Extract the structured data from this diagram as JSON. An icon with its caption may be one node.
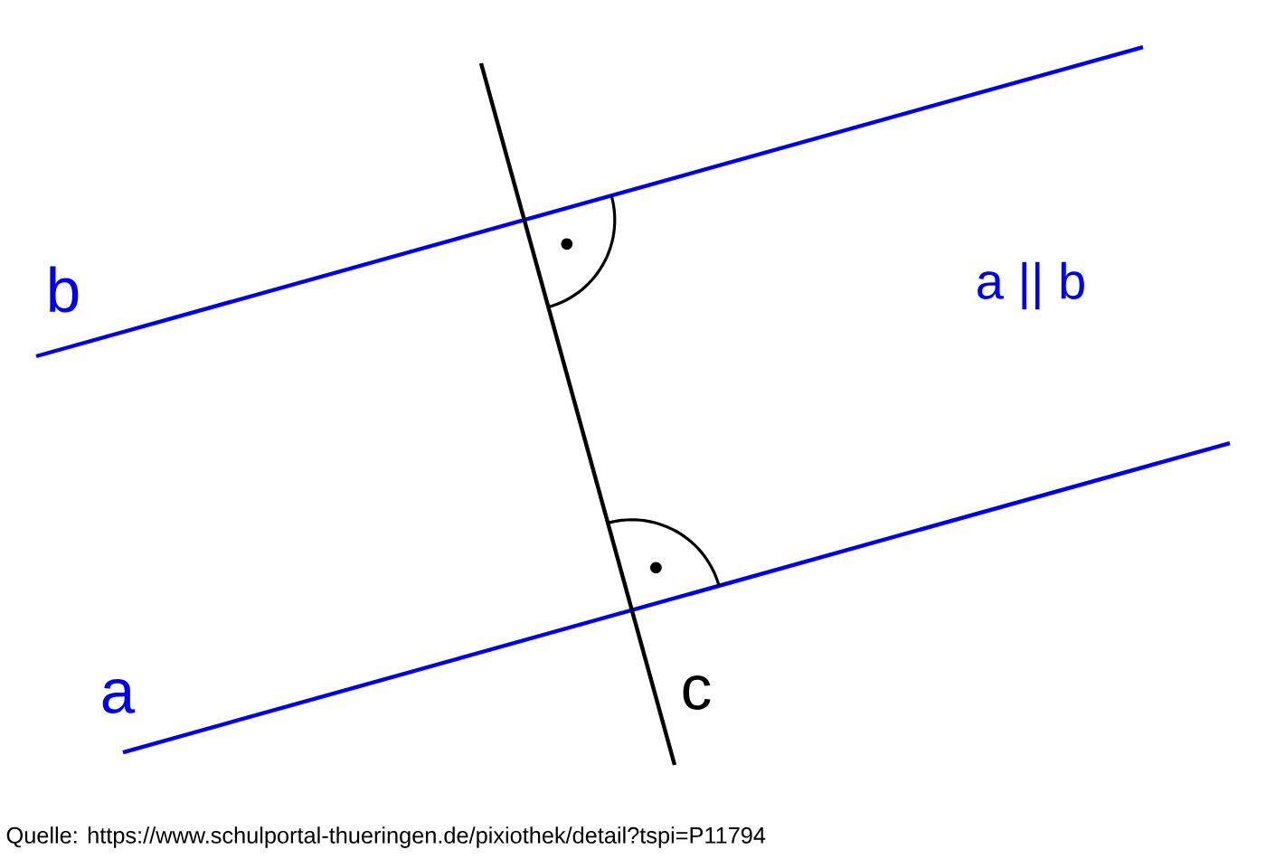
{
  "diagram": {
    "caption": "Quelle: https://www.schulportal-thueringen.de/pixiothek/detail?tspi=P11794",
    "labels": [
      "b",
      "a || b",
      "a",
      "c"
    ]
  }
}
